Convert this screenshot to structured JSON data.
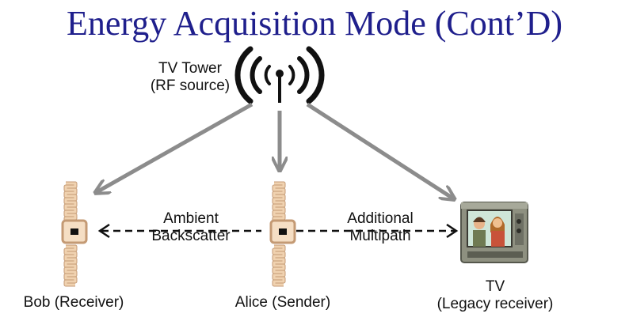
{
  "slide": {
    "title": "Energy Acquisition Mode (Cont’D)"
  },
  "nodes": {
    "tower": {
      "line1": "TV Tower",
      "line2": "(RF source)"
    },
    "bob": {
      "label": "Bob (Receiver)"
    },
    "alice": {
      "label": "Alice (Sender)"
    },
    "tv": {
      "line1": "TV",
      "line2": "(Legacy receiver)"
    }
  },
  "links": {
    "backscatter": {
      "line1": "Ambient",
      "line2": "Backscatter"
    },
    "multipath": {
      "line1": "Additional",
      "line2": "Multipath"
    }
  },
  "colors": {
    "title": "#1f1f8c",
    "arrow": "#8c8c8c",
    "antenna_fill": "#f0d2b0",
    "antenna_stroke": "#c49a74"
  }
}
